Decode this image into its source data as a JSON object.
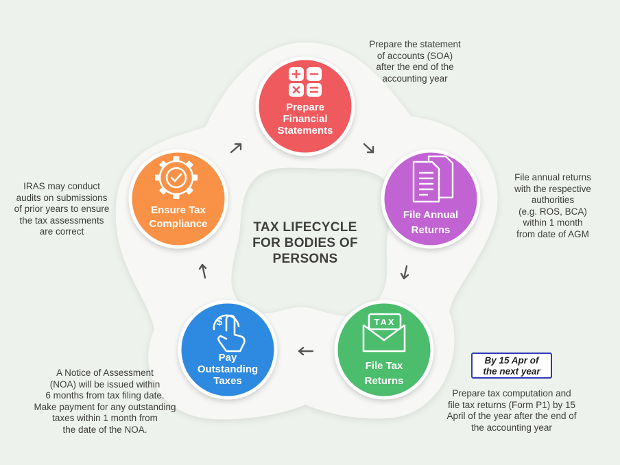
{
  "center_title": [
    "TAX LIFECYCLE",
    "FOR BODIES OF",
    "PERSONS"
  ],
  "colors": {
    "background": "#eef2ec",
    "track": "#f7f8f6",
    "prepare": "#ef5a5e",
    "file_annual": "#c163d3",
    "file_tax": "#4cbd6c",
    "pay": "#2e8ae0",
    "ensure": "#f99247",
    "arrow": "#555555",
    "deadline_border": "#2d3ab8"
  },
  "steps": [
    {
      "id": "prepare",
      "icon": "calculator-icon",
      "label": [
        "Prepare",
        "Financial",
        "Statements"
      ]
    },
    {
      "id": "file_annual",
      "icon": "documents-icon",
      "label": [
        "File Annual",
        "Returns"
      ]
    },
    {
      "id": "file_tax",
      "icon": "tax-envelope-icon",
      "icon_text": "TAX",
      "label": [
        "File Tax",
        "Returns"
      ]
    },
    {
      "id": "pay",
      "icon": "hand-dollar-icon",
      "icon_text": "$",
      "label": [
        "Pay",
        "Outstanding",
        "Taxes"
      ]
    },
    {
      "id": "ensure",
      "icon": "gear-check-icon",
      "label": [
        "Ensure Tax",
        "Compliance"
      ]
    }
  ],
  "notes": {
    "prepare": [
      "Prepare the statement",
      "of accounts (SOA)",
      "after the end of the",
      "accounting year"
    ],
    "file_annual": [
      "File annual returns",
      "with the respective",
      "authorities",
      "(e.g. ROS, BCA)",
      "within 1 month",
      "from date of AGM"
    ],
    "file_tax": [
      "Prepare tax computation and",
      "file tax returns (Form P1) by 15",
      "April of the year after the end of",
      "the accounting year"
    ],
    "pay": [
      "A Notice of Assessment",
      "(NOA) will be issued within",
      "6 months from tax filing date.",
      "Make payment for any outstanding",
      "taxes within 1 month from",
      "the date of the NOA."
    ],
    "ensure": [
      "IRAS may conduct",
      "audits on submissions",
      "of prior years to ensure",
      "the tax assessments",
      "are correct"
    ]
  },
  "deadline": [
    "By 15 Apr of",
    "the next year"
  ]
}
